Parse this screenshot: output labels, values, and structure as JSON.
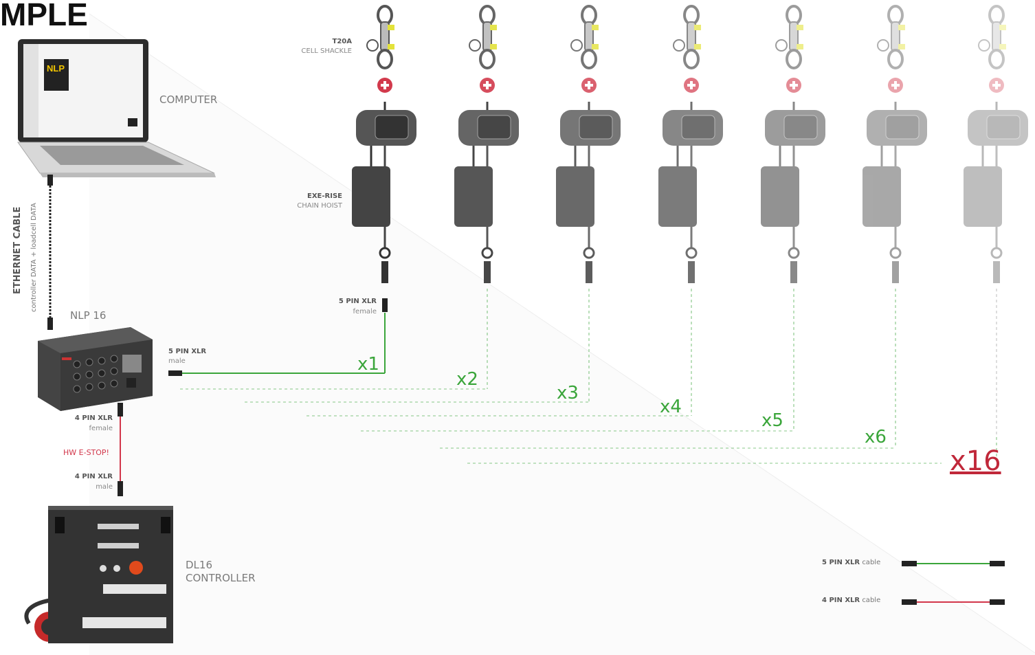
{
  "title": "MPLE",
  "devices": {
    "computer": "COMPUTER",
    "nlp": "NLP 16",
    "controller_line1": "DL16",
    "controller_line2": "CONTROLLER"
  },
  "ethernet": {
    "label": "ETHERNET CABLE",
    "sub": "controller DATA + loadcell DATA"
  },
  "shackle": {
    "line1": "T20A",
    "line2": "CELL SHACKLE"
  },
  "hoist": {
    "line1": "EXE-RISE",
    "line2": "CHAIN HOIST"
  },
  "xlr5_female": {
    "line1": "5 PIN XLR",
    "line2": "female"
  },
  "xlr5_male": {
    "line1": "5 PIN XLR",
    "line2": "male"
  },
  "xlr4_female": {
    "line1": "4 PIN XLR",
    "line2": "female"
  },
  "xlr4_male": {
    "line1": "4 PIN XLR",
    "line2": "male"
  },
  "estop": "HW E-STOP!",
  "multipliers": [
    "x1",
    "x2",
    "x3",
    "x4",
    "x5",
    "x6"
  ],
  "multiplier_last": "x16",
  "legend": {
    "cable5": {
      "bold": "5 PIN XLR",
      "rest": "cable"
    },
    "cable4": {
      "bold": "4 PIN XLR",
      "rest": "cable"
    }
  },
  "colors": {
    "green_cable": "#3aa53a",
    "red_cable": "#d2364a",
    "plus_icon": "#d23a4c",
    "shackle_yellow": "#e3e23a"
  },
  "icons": [
    "laptop-icon",
    "nlp16-box-icon",
    "dl16-controller-icon",
    "shackle-icon",
    "plus-circle-icon",
    "chain-hoist-icon"
  ]
}
